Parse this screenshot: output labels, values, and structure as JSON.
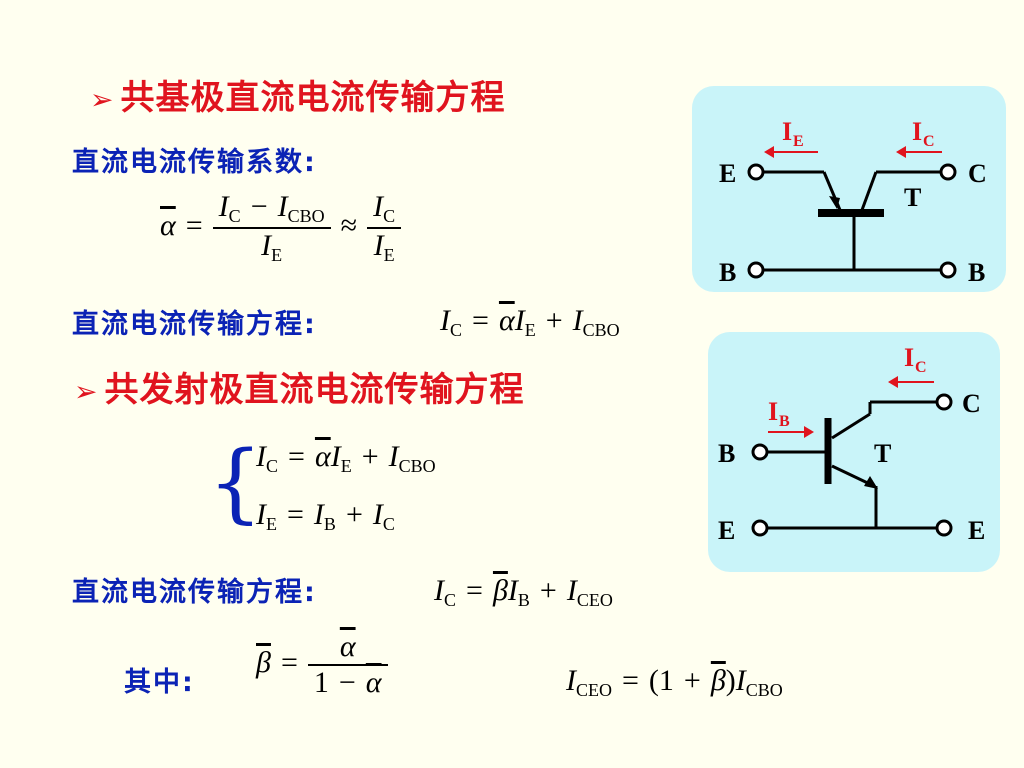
{
  "sections": {
    "cb_title": "共基极直流电流传输方程",
    "ce_title": "共发射极直流电流传输方程"
  },
  "labels": {
    "coef": "直流电流传输系数:",
    "eq1": "直流电流传输方程:",
    "eq2": "直流电流传输方程:",
    "where": "其中:"
  },
  "math": {
    "alpha": "α",
    "beta": "β",
    "I": "I",
    "C": "C",
    "E": "E",
    "B": "B",
    "CBO": "CBO",
    "CEO": "CEO",
    "eq": "=",
    "minus": "−",
    "plus": "+",
    "approx": "≈",
    "one": "1",
    "lparen": "(1",
    "rparen": ")"
  },
  "circuit_cb": {
    "left_top": "E",
    "right_top": "C",
    "left_bot": "B",
    "right_bot": "B",
    "transistor": "T",
    "ie_main": "I",
    "ie_sub": "E",
    "ic_main": "I",
    "ic_sub": "C"
  },
  "circuit_ce": {
    "left_mid": "B",
    "right_top": "C",
    "left_bot": "E",
    "right_bot": "E",
    "transistor": "T",
    "ic_main": "I",
    "ic_sub": "C",
    "ib_main": "I",
    "ib_sub": "B"
  },
  "colors": {
    "background": "#fffff0",
    "title_red": "#e0141e",
    "label_blue": "#0b23b5",
    "panel": "#c9f4f9"
  }
}
